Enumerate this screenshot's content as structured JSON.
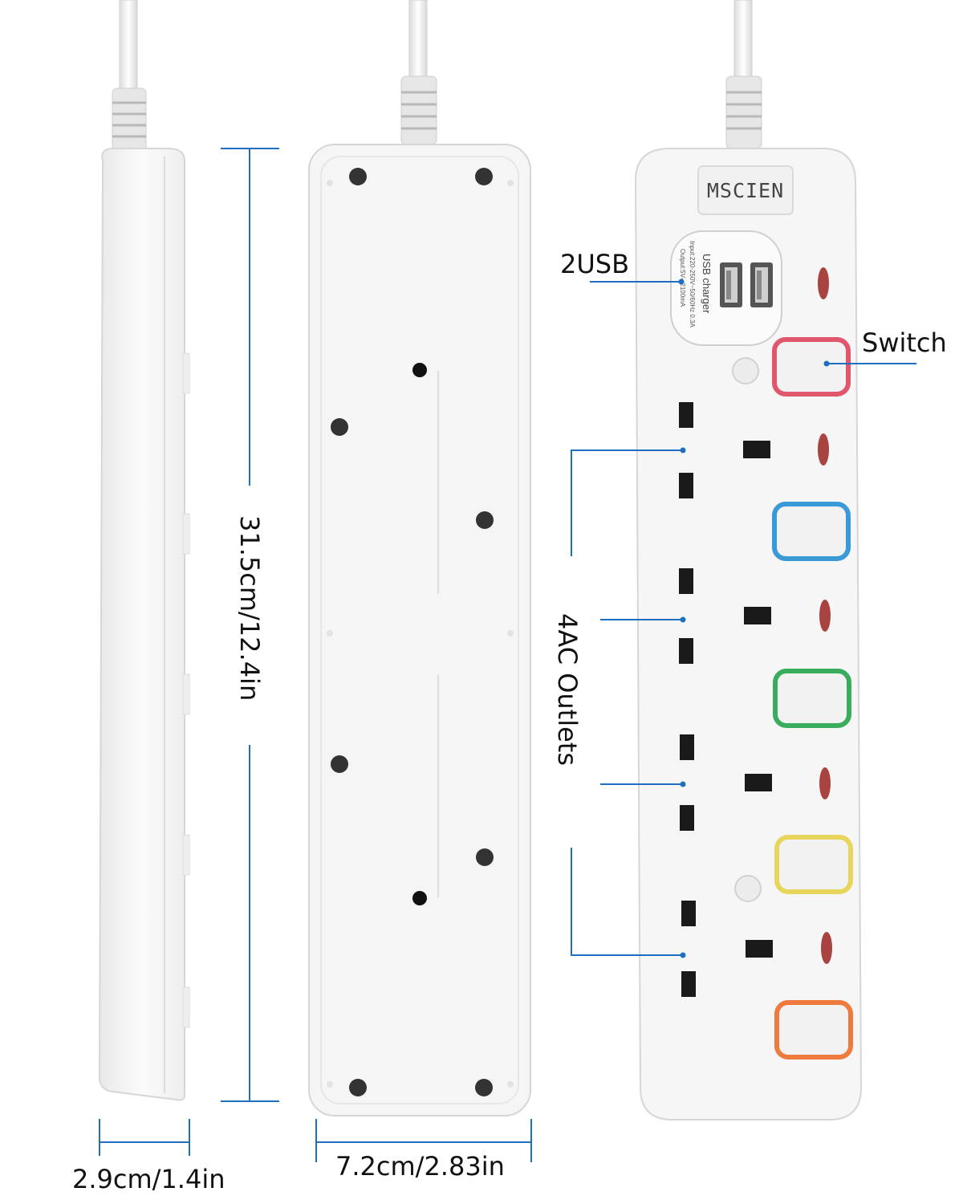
{
  "brand": {
    "logo_text": "MSCIEN"
  },
  "usb_panel": {
    "title": "USB charger",
    "input": "Input:220-250V~50/60Hz 0.3A",
    "output": "Output:5V⎓2100mA"
  },
  "labels": {
    "usb": "2USB",
    "switch": "Switch",
    "outlets": "4AC Outlets",
    "length": "31.5cm/12.4in",
    "depth": "2.9cm/1.4in",
    "width": "7.2cm/2.83in"
  },
  "colors": {
    "dimension_line": "#1f6fc0",
    "switch_rings": [
      "#e0566b",
      "#3a9ad8",
      "#3aad5c",
      "#e8d55c",
      "#ee7a3e"
    ],
    "neon_indicator": "#a8433f",
    "body": "#f5f5f5",
    "outline": "#d6d6d6"
  }
}
